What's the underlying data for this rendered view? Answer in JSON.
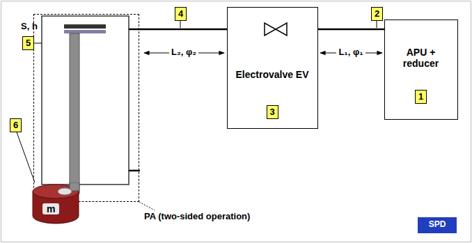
{
  "diagram": {
    "nodes": [
      {
        "text": [
          "PA (two-sided operation)"
        ]
      },
      {
        "text": [
          "m"
        ]
      },
      {
        "text": [
          "Electrovalve EV",
          "3"
        ]
      },
      {
        "text": [
          "APU + reducer",
          "1"
        ]
      },
      {
        "text": [
          "SPD"
        ]
      }
    ],
    "edges": [
      {
        "from": 2,
        "to": 3,
        "label": "2",
        "arrow": "none"
      },
      {
        "from": 0,
        "to": 2,
        "label": "4",
        "arrow": "none"
      }
    ],
    "labels": [
      "S, h",
      "5",
      "6",
      "L₂, φ₂",
      "L₁, φ₁"
    ]
  }
}
